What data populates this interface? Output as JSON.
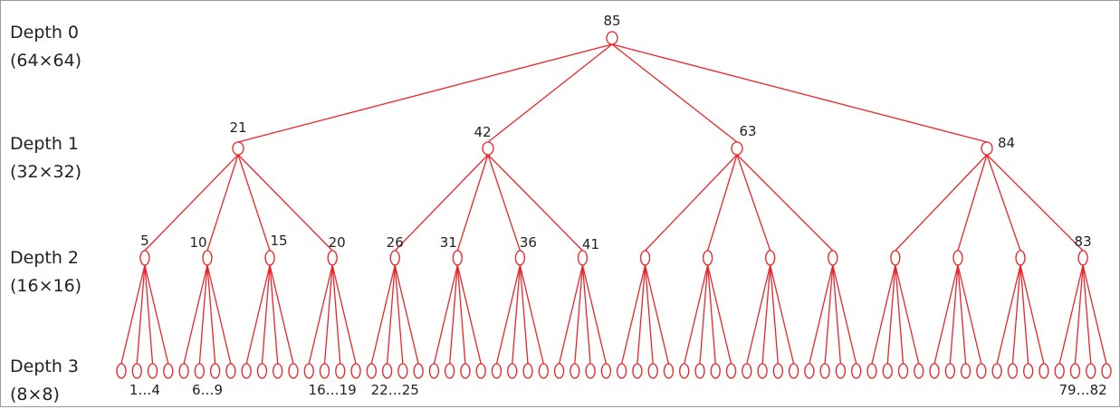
{
  "colors": {
    "edge": "#e8262b",
    "text": "#222222",
    "background": "#ffffff",
    "border": "#9a9a9a"
  },
  "depths": [
    {
      "name": "Depth 0",
      "size": "(64×64)"
    },
    {
      "name": "Depth 1",
      "size": "(32×32)"
    },
    {
      "name": "Depth 2",
      "size": "(16×16)"
    },
    {
      "name": "Depth 3",
      "size": "(8×8)"
    }
  ],
  "tree": {
    "branching": 4,
    "root_label": "85",
    "depth1_labels": [
      "21",
      "42",
      "63",
      "84"
    ],
    "depth2_labels": [
      "5",
      "10",
      "15",
      "20",
      "26",
      "31",
      "36",
      "41",
      "",
      "",
      "",
      "",
      "",
      "",
      "",
      "83"
    ],
    "depth3_group_labels": [
      "1…4",
      "6…9",
      "",
      "16…19",
      "22…25",
      "",
      "",
      "",
      "",
      "",
      "",
      "",
      "",
      "",
      "",
      "79…82"
    ]
  }
}
